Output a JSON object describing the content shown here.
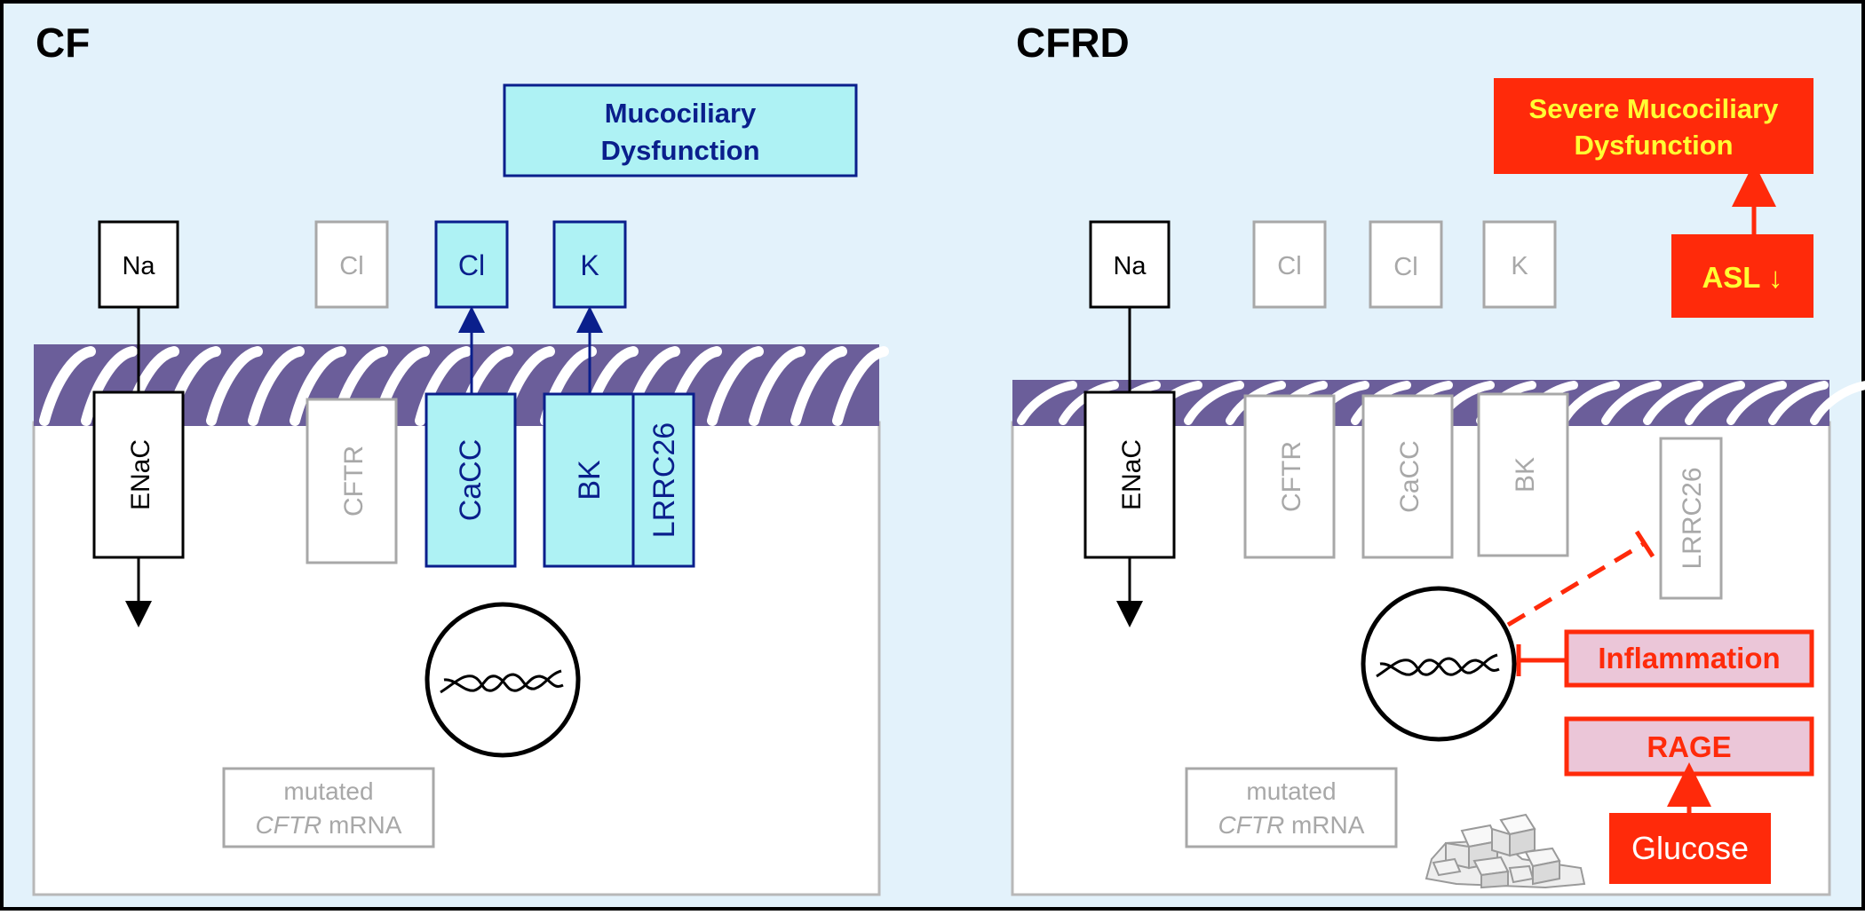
{
  "panels": {
    "cf": {
      "title": "CF",
      "top_channels": {
        "na": "Na",
        "cl_cftr": "Cl",
        "cl_cacc": "Cl",
        "k": "K"
      },
      "proteins": {
        "enac": "ENaC",
        "cftr": "CFTR",
        "cacc": "CaCC",
        "bk": "BK",
        "lrrc26": "LRRC26"
      },
      "outcome": {
        "line1": "Mucociliary",
        "line2": "Dysfunction"
      },
      "mrna": {
        "line1": "mutated",
        "gene": "CFTR",
        "suffix": " mRNA"
      }
    },
    "cfrd": {
      "title": "CFRD",
      "top_channels": {
        "na": "Na",
        "cl_cftr": "Cl",
        "cl_cacc": "Cl",
        "k": "K"
      },
      "proteins": {
        "enac": "ENaC",
        "cftr": "CFTR",
        "cacc": "CaCC",
        "bk": "BK",
        "lrrc26": "LRRC26"
      },
      "outcome": {
        "line1": "Severe Mucociliary",
        "line2": "Dysfunction"
      },
      "asl": "ASL ↓",
      "inflammation": "Inflammation",
      "rage": "RAGE",
      "glucose": "Glucose",
      "mrna": {
        "line1": "mutated",
        "gene": "CFTR",
        "suffix": " mRNA"
      }
    }
  },
  "colors": {
    "background": "#e3f2fb",
    "active_fill": "#aef2f4",
    "active_stroke": "#0a1f8c",
    "inactive": "#a8a8a8",
    "cilia": "#6b5e9a",
    "alert_red": "#ff2a0a",
    "alert_text": "#ffff33",
    "rage_fill": "#ebc6d8"
  }
}
